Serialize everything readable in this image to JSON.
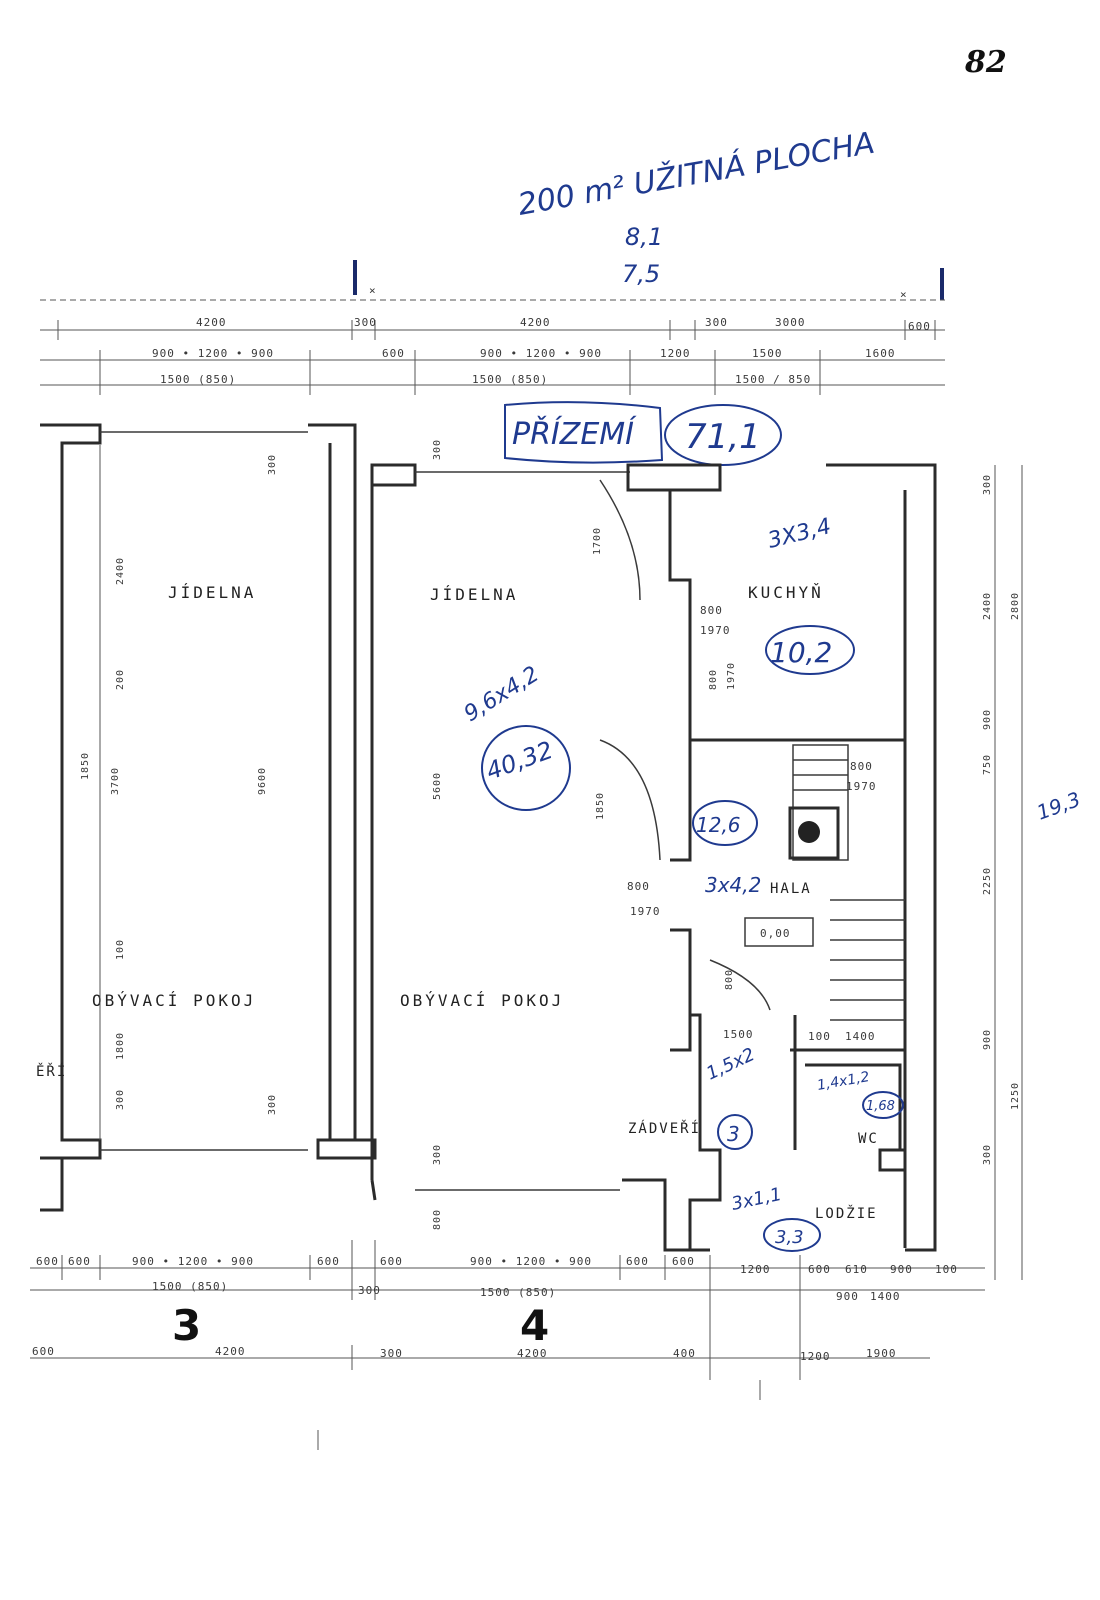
{
  "page": {
    "page_number": "82",
    "handwritten_header": "200 m² UŽITNÁ PLOCHA",
    "handwritten_sub_1": "8,1",
    "handwritten_sub_2": "7,5"
  },
  "floor": {
    "label": "PŘÍZEMÍ",
    "area": "71,1"
  },
  "rooms": {
    "dining_3": "JÍDELNA",
    "dining_4": "JÍDELNA",
    "living_3": "OBÝVACÍ POKOJ",
    "living_4": "OBÝVACÍ POKOJ",
    "kitchen": "KUCHYŇ",
    "hall": "HALA",
    "vestibule": "ZÁDVEŘÍ",
    "wc": "WC",
    "loggia": "LODŽIE",
    "partial_left": "ĚŘÍ",
    "level_mark": "0,00"
  },
  "annotations": {
    "kitchen_dims": "3X3,4",
    "kitchen_area": "10,2",
    "living_dims": "9,6x4,2",
    "living_area": "40,32",
    "hall_area": "12,6",
    "hall_dims": "3x4,2",
    "vestibule_dims": "1,5x2",
    "vestibule_area": "3",
    "wc_dims": "1,4x1,2",
    "wc_area": "1,68",
    "loggia_dims": "3x1,1",
    "loggia_area": "3,3",
    "right_total": "19,3"
  },
  "units": {
    "left": "3",
    "right": "4"
  },
  "dimensions": {
    "top_row1": [
      "4200",
      "300",
      "4200",
      "300",
      "3000",
      "600"
    ],
    "top_row2": [
      "900 • 1200 • 900",
      "600",
      "900 • 1200 • 900",
      "1200",
      "1500",
      "1600"
    ],
    "top_row3": [
      "1500 (850)",
      "1500 (850)",
      "1500 / 850"
    ],
    "bottom_row1": [
      "600",
      "600",
      "900 • 1200 • 900",
      "600",
      "600",
      "900 • 1200 • 900",
      "600",
      "600",
      "1200",
      "600",
      "610",
      "900",
      "100"
    ],
    "bottom_row2": [
      "1500 (850)",
      "300",
      "1500 (850)",
      "900",
      "1400"
    ],
    "bottom_row3": [
      "600",
      "4200",
      "300",
      "4200",
      "400",
      "1200",
      "1900"
    ],
    "door_1": [
      "800",
      "1970"
    ],
    "door_2": [
      "800",
      "1970"
    ],
    "door_3": [
      "800",
      "1970"
    ],
    "door_4": [
      "800",
      "1970"
    ],
    "inner_misc": [
      "1500",
      "100",
      "1400",
      "800"
    ],
    "vertical_left": [
      "2400",
      "200",
      "1850",
      "3700",
      "9600",
      "100",
      "1800",
      "300"
    ],
    "vertical_mid": [
      "300",
      "300",
      "5600",
      "300",
      "800",
      "300",
      "1700",
      "1850"
    ],
    "vertical_right": [
      "300",
      "2400",
      "2800",
      "900",
      "750",
      "2250",
      "900",
      "300",
      "1250"
    ]
  }
}
